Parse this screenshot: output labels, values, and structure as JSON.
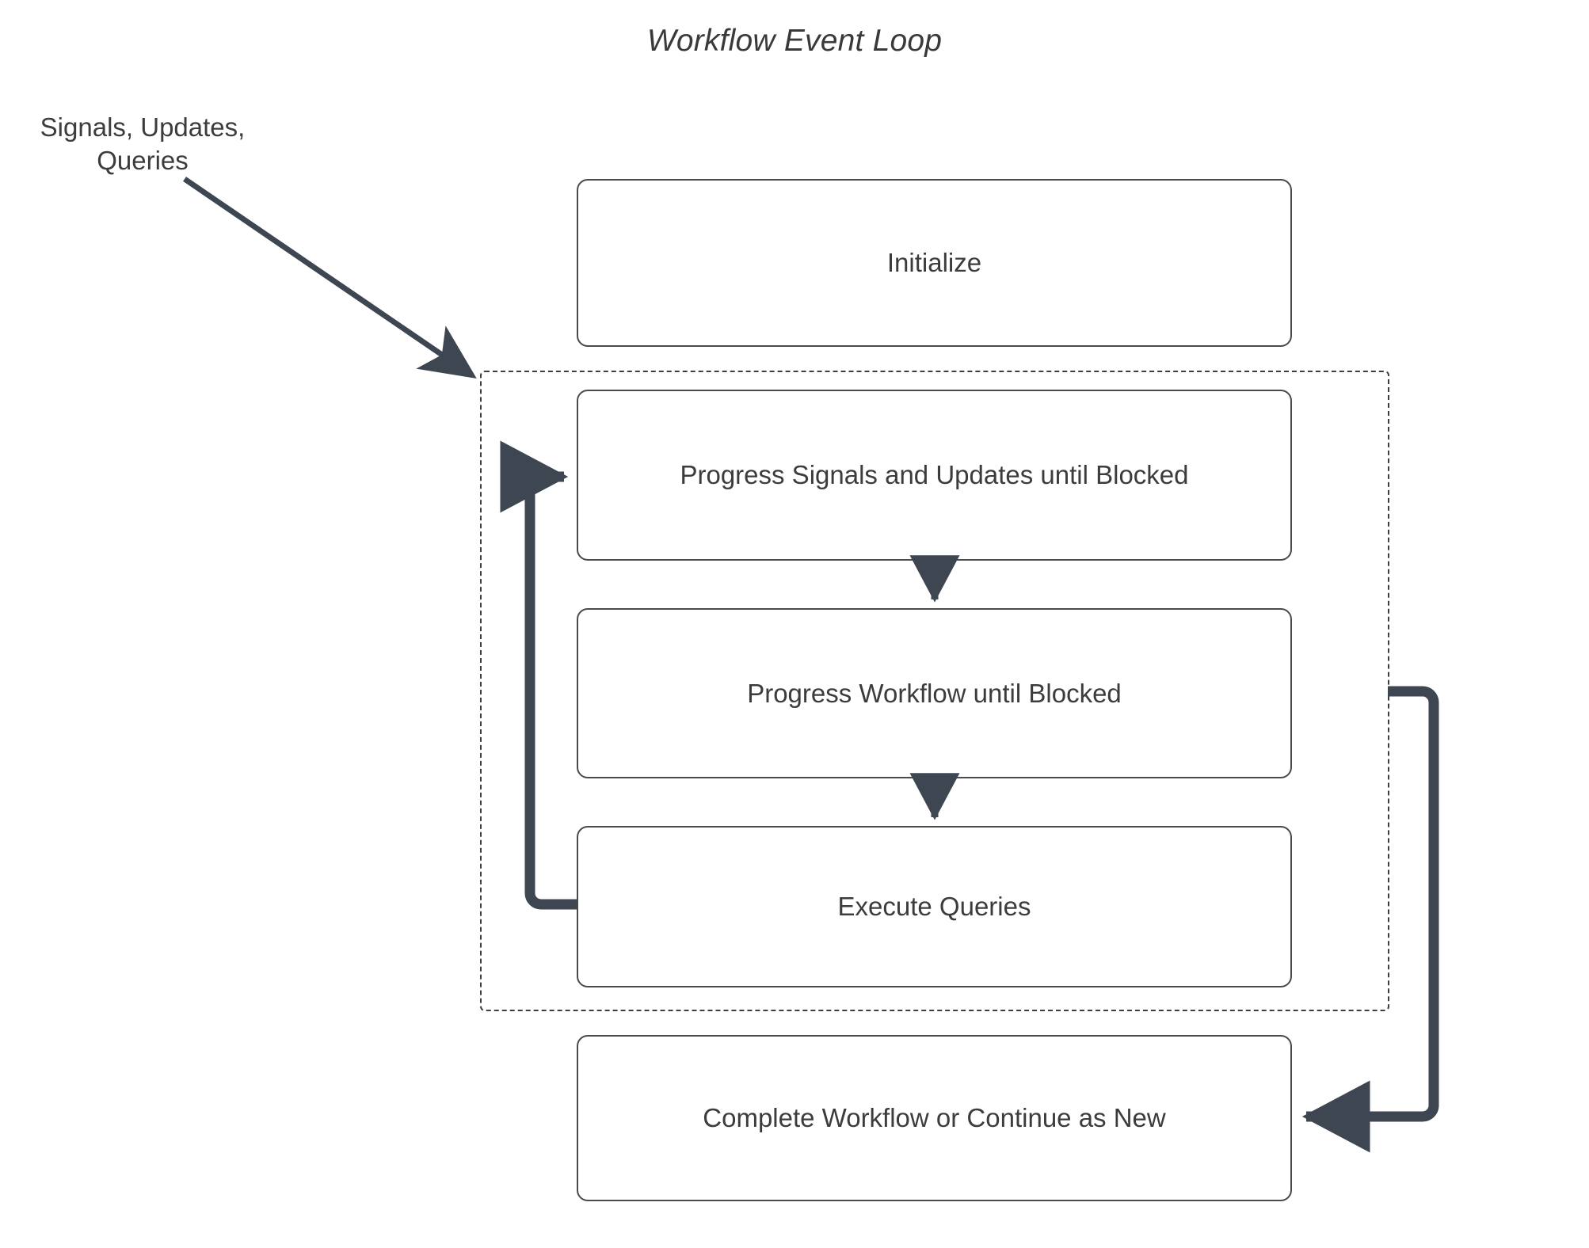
{
  "diagram": {
    "title": "Workflow Event Loop",
    "external_label": "Signals, Updates,\nQueries",
    "colors": {
      "stroke": "#3e4652",
      "box_border": "#4a4a4a",
      "text": "#3c3c3c",
      "background": "#ffffff"
    },
    "nodes": [
      {
        "id": "initialize",
        "label": "Initialize"
      },
      {
        "id": "progress-signals",
        "label": "Progress Signals and Updates until Blocked"
      },
      {
        "id": "progress-workflow",
        "label": "Progress Workflow until Blocked"
      },
      {
        "id": "execute-queries",
        "label": "Execute Queries"
      },
      {
        "id": "complete-workflow",
        "label": "Complete Workflow or Continue as New"
      }
    ],
    "edges": [
      {
        "from": "external-input",
        "to": "loop-container",
        "style": "diagonal-arrow"
      },
      {
        "from": "progress-signals",
        "to": "progress-workflow",
        "style": "down-arrow"
      },
      {
        "from": "progress-workflow",
        "to": "execute-queries",
        "style": "down-arrow"
      },
      {
        "from": "execute-queries",
        "to": "progress-signals",
        "style": "loop-back-left"
      },
      {
        "from": "loop-container",
        "to": "complete-workflow",
        "style": "loop-out-right"
      }
    ]
  }
}
